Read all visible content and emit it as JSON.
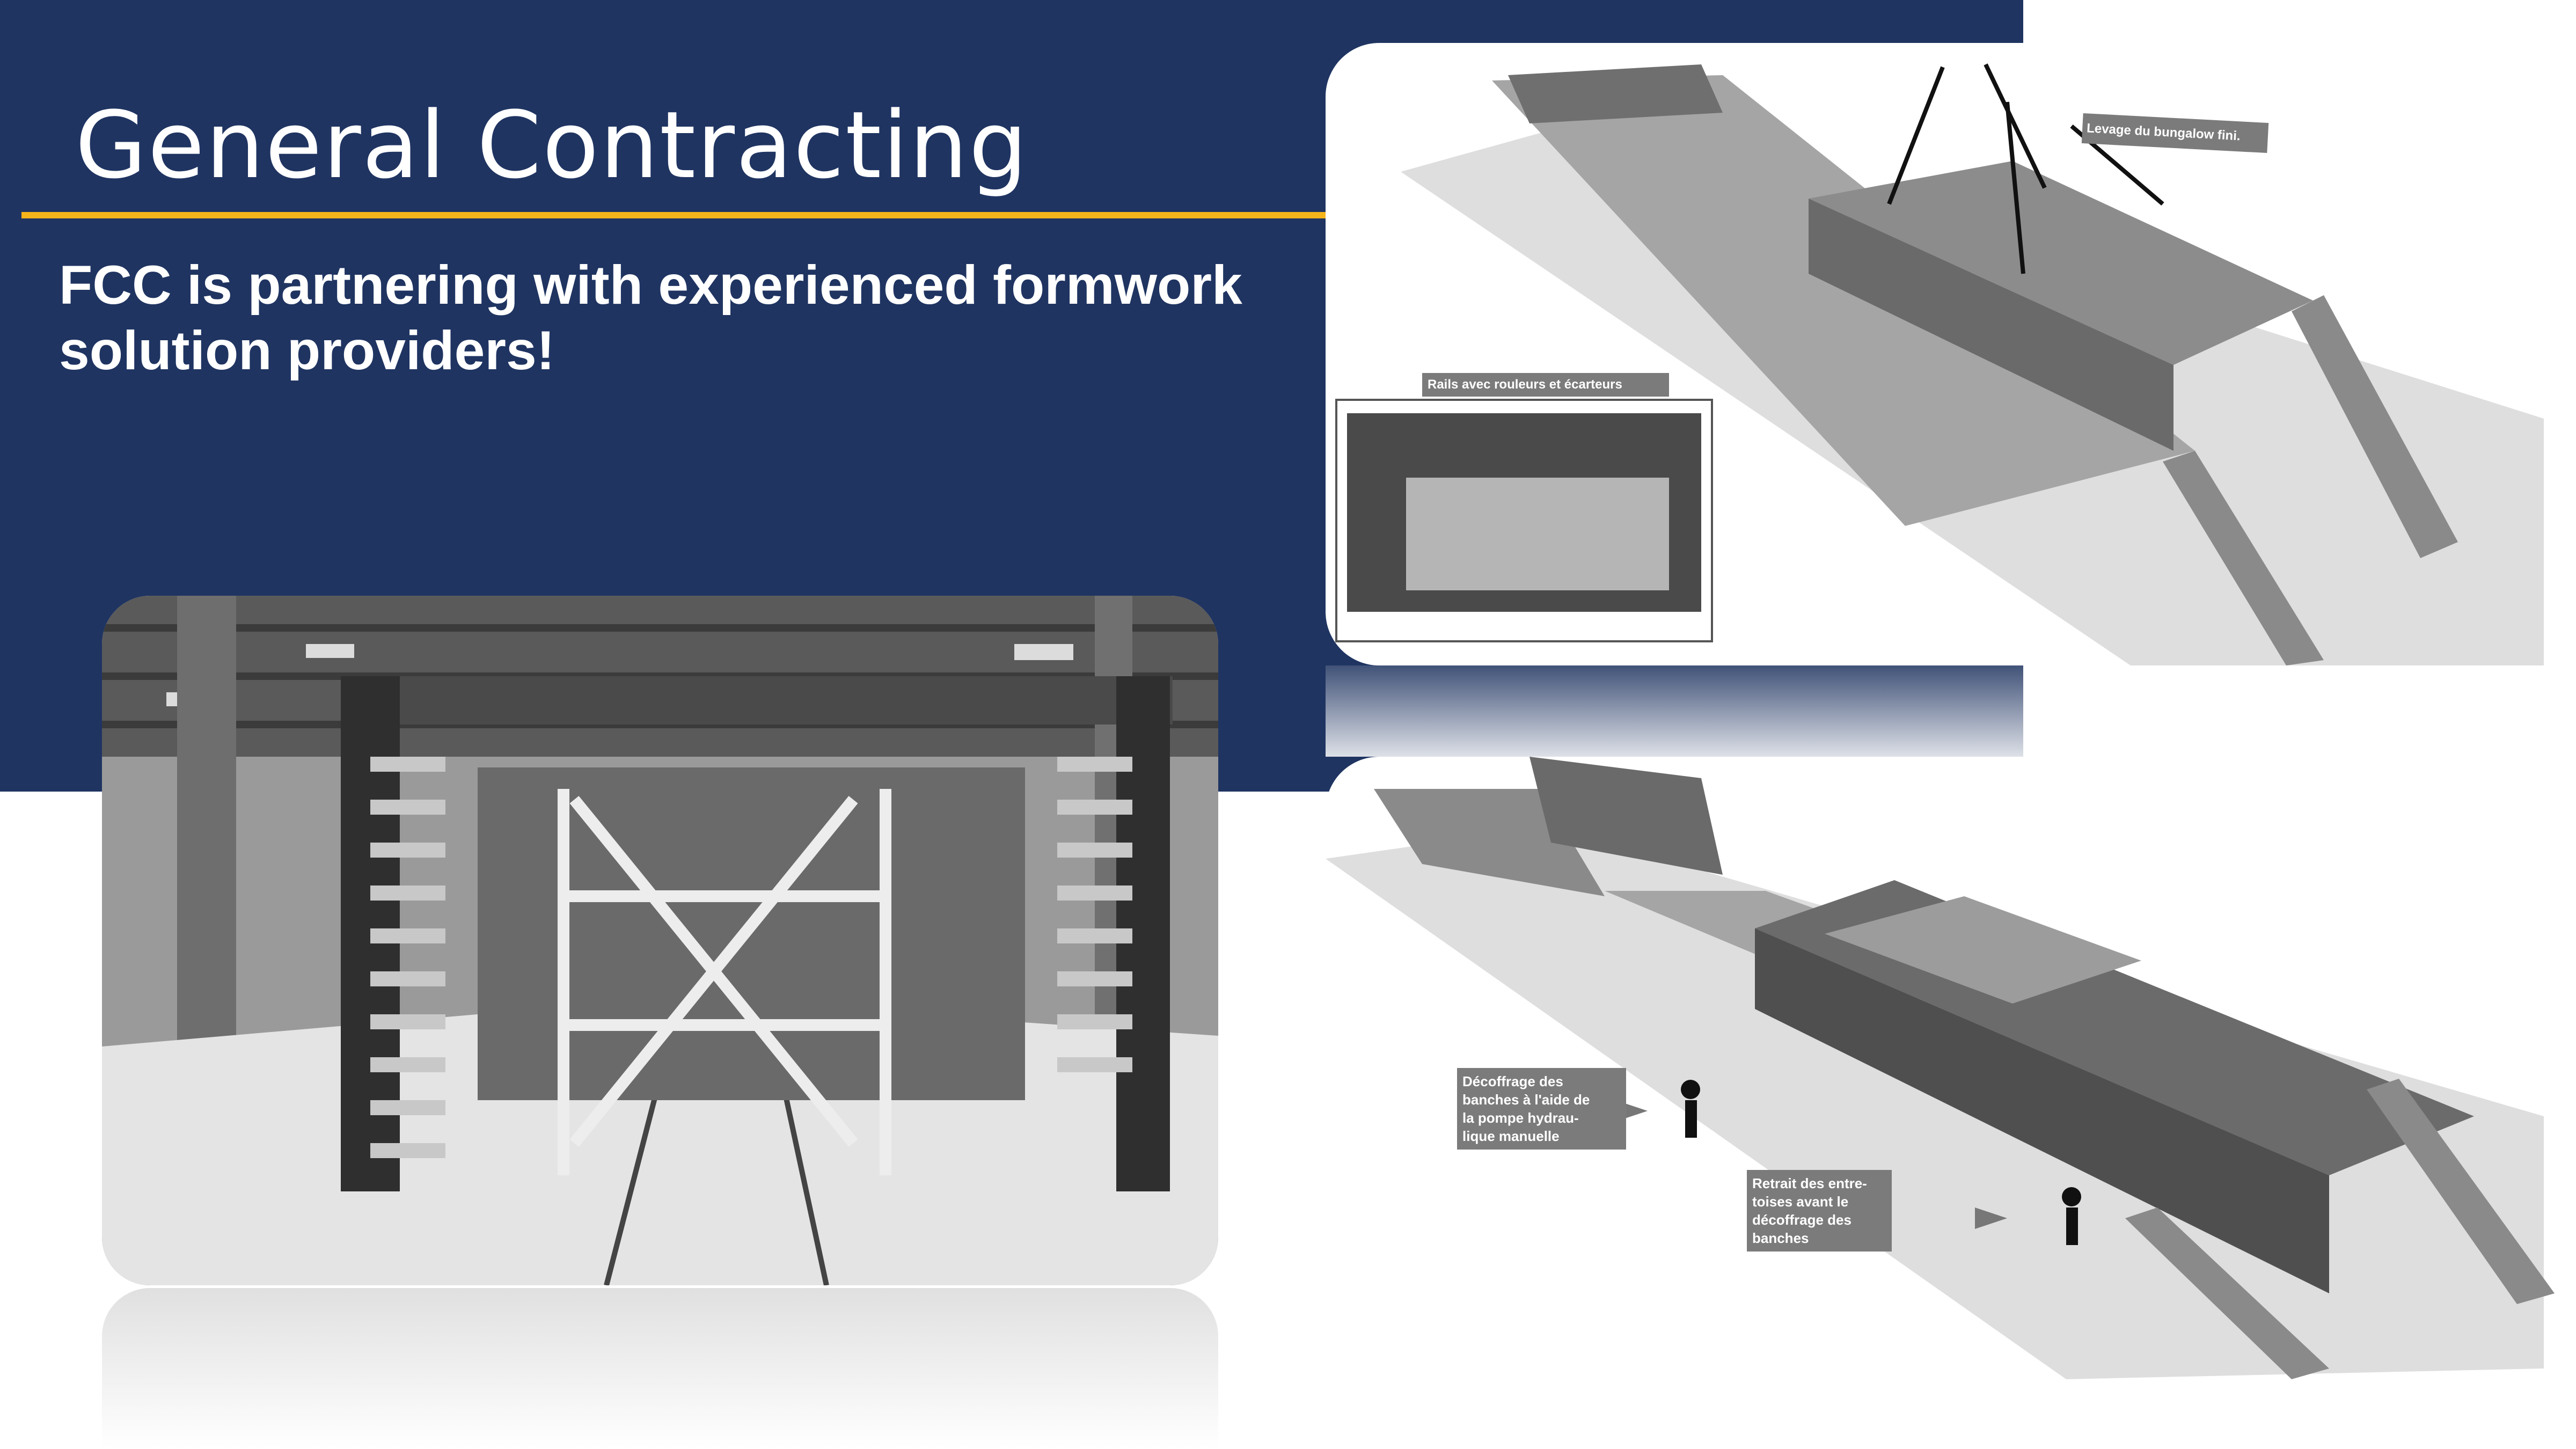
{
  "slide": {
    "title": "General Contracting",
    "subtitle": "FCC is partnering with experienced formwork solution providers!",
    "colors": {
      "navy": "#1f3461",
      "accent": "#f5b41a",
      "text": "#ffffff"
    }
  },
  "photo": {
    "icon": "formwork-factory-photo"
  },
  "diagram_top": {
    "icon": "bungalow-lift-diagram",
    "label_lift": "Levage du bungalow fini.",
    "label_rails": "Rails avec rouleurs et écarteurs"
  },
  "diagram_bottom": {
    "icon": "formwork-stripping-diagram",
    "label_pump": "Décoffrage des\nbanches à l'aide de\nla pompe hydrau-\nlique manuelle",
    "label_ties": "Retrait des entre-\ntoises avant le\ndécoffrage des\nbanches"
  }
}
